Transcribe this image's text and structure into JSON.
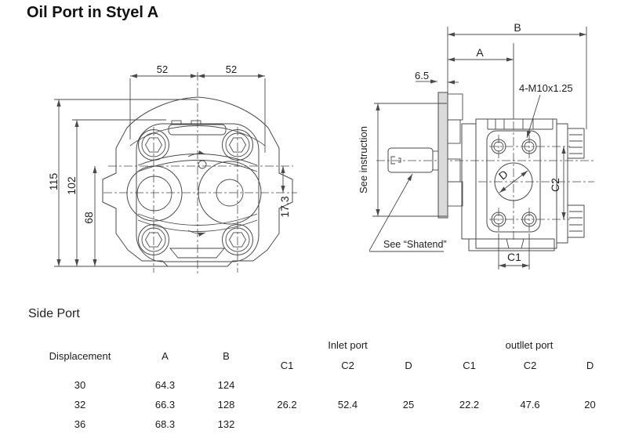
{
  "style": {
    "line_color": "#4a4a4a",
    "text_color": "#1f1f1f",
    "flange_fill": "#dadada",
    "background": "#ffffff"
  },
  "title": "Oil Port in Styel A",
  "section_title": "Side Port",
  "front_view": {
    "dims": {
      "width_left": "52",
      "width_right": "52",
      "height_outer": "115",
      "height_mid": "102",
      "height_inner": "68",
      "port_offset": "17.3"
    }
  },
  "side_view": {
    "dims": {
      "overall": "B",
      "to_center": "A",
      "flange_thickness": "6.5",
      "mount_thread": "4-M10x1.25",
      "bolt_h": "C1",
      "bolt_v": "C2",
      "port_dia": "D"
    },
    "notes": {
      "instruction": "See instruction",
      "shaft": "See “Shatend”"
    }
  },
  "table": {
    "headers": {
      "displacement": "Displacement",
      "a": "A",
      "b": "B",
      "inlet": "Inlet port",
      "outlet": "outllet port",
      "c1": "C1",
      "c2": "C2",
      "d": "D"
    },
    "rows": [
      [
        "30",
        "64.3",
        "124"
      ],
      [
        "32",
        "66.3",
        "128"
      ],
      [
        "36",
        "68.3",
        "132"
      ]
    ],
    "inlet": {
      "c1": "26.2",
      "c2": "52.4",
      "d": "25"
    },
    "outlet": {
      "c1": "22.2",
      "c2": "47.6",
      "d": "20"
    }
  }
}
